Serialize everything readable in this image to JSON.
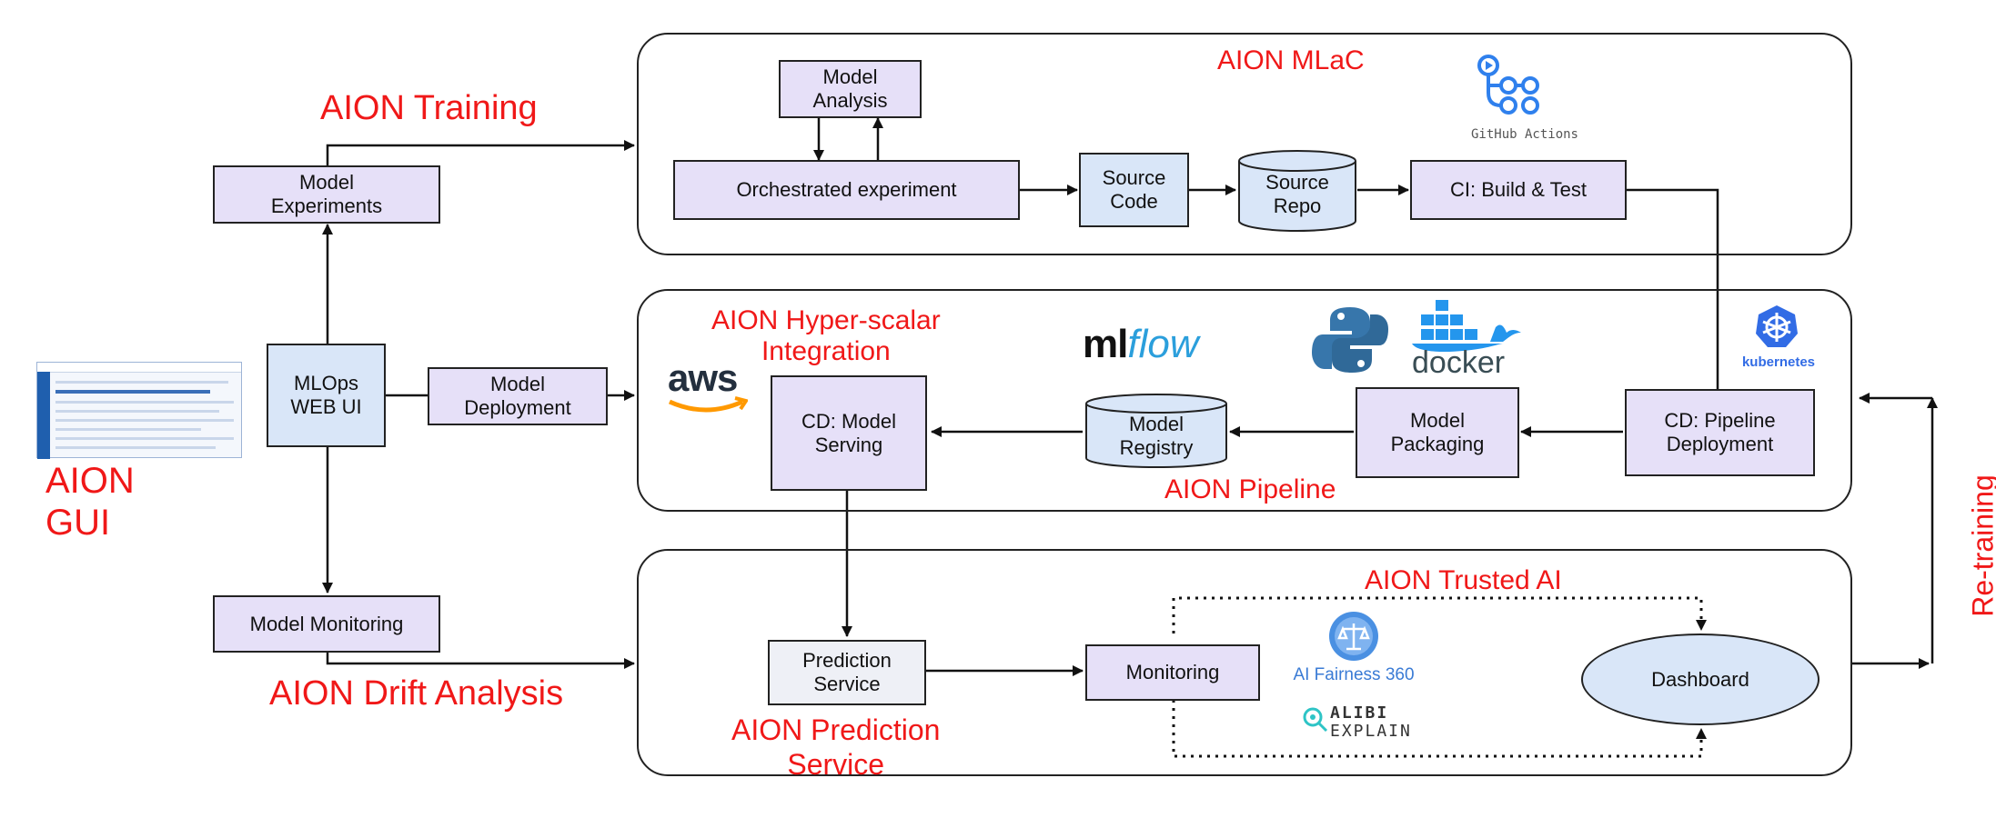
{
  "labels": {
    "aion_training": "AION Training",
    "aion_mlac": "AION MLaC",
    "aion_hyper_scalar": "AION Hyper-scalar\nIntegration",
    "aion_pipeline": "AION Pipeline",
    "aion_trusted_ai": "AION Trusted AI",
    "aion_drift_analysis": "AION Drift Analysis",
    "aion_prediction_service": "AION Prediction\nService",
    "aion_gui": "AION\nGUI",
    "re_training": "Re-training"
  },
  "nodes": {
    "model_experiments": "Model\nExperiments",
    "mlops_web_ui": "MLOps\nWEB UI",
    "model_deployment": "Model\nDeployment",
    "model_monitoring": "Model Monitoring",
    "model_analysis": "Model\nAnalysis",
    "orchestrated_experiment": "Orchestrated experiment",
    "source_code": "Source\nCode",
    "source_repo": "Source\nRepo",
    "ci_build_test": "CI: Build & Test",
    "cd_model_serving": "CD: Model\nServing",
    "model_registry": "Model\nRegistry",
    "model_packaging": "Model\nPackaging",
    "cd_pipeline_deployment": "CD: Pipeline\nDeployment",
    "prediction_service": "Prediction\nService",
    "monitoring": "Monitoring",
    "dashboard": "Dashboard"
  },
  "logos": {
    "github_actions": "GitHub Actions",
    "aws": "aws",
    "mlflow_ml": "ml",
    "mlflow_flow": "flow",
    "docker": "docker",
    "kubernetes": "kubernetes",
    "ai_fairness": "AI Fairness 360",
    "alibi_line1": "ALIBI",
    "alibi_line2": "EXPLAIN"
  },
  "colors": {
    "label_red": "#f01818",
    "box_purple": "#e6e0f8",
    "box_blue": "#d9e6f8",
    "outline": "#222222"
  }
}
